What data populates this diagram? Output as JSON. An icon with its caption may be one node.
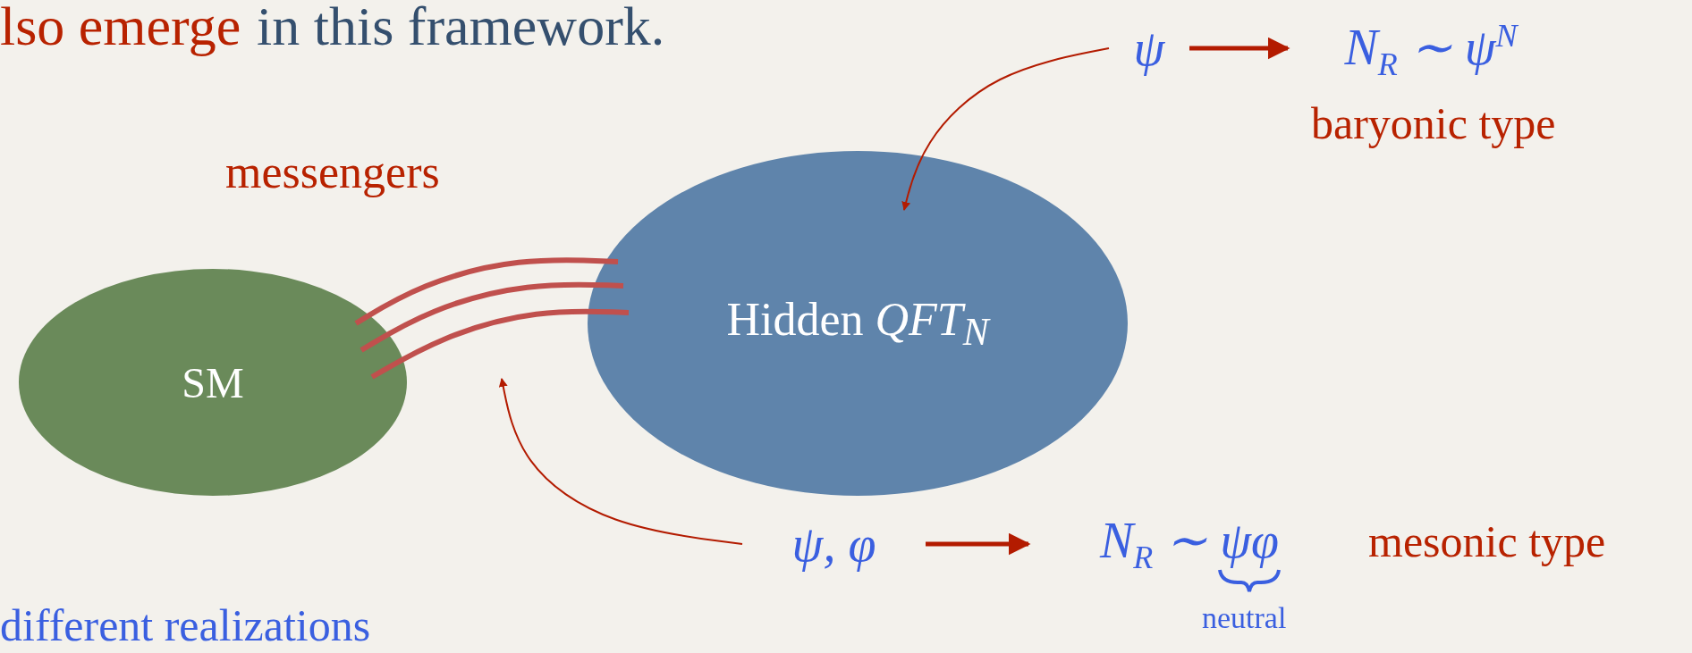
{
  "diagram": {
    "nodes": [
      {
        "text": [
          "SM"
        ]
      },
      {
        "text": [
          "Hidden *QFT*$_{N}$"
        ]
      },
      {
        "text": [
          "ψ"
        ]
      },
      {
        "text": [
          "ψ, φ"
        ]
      },
      {
        "text": [
          "N$_{R}$ ∼ ψ$^{N}$"
        ],
        "beside": [
          "baryonic type"
        ]
      },
      {
        "text": [
          "N$_{R}$ ∼ ψφ"
        ],
        "beside": [
          "mesonic type"
        ]
      }
    ],
    "edges": [
      {
        "from": 0,
        "to": 1,
        "arrow": "none",
        "color": "#c0504d"
      },
      {
        "from": 0,
        "to": 1,
        "arrow": "none",
        "color": "#c0504d"
      },
      {
        "from": 0,
        "to": 1,
        "arrow": "none",
        "color": "#c0504d"
      },
      {
        "from": 2,
        "to": 1,
        "arrow": "to"
      },
      {
        "from": 2,
        "to": 4,
        "arrow": "to"
      },
      {
        "from": 3,
        "to": null,
        "arrow": "to"
      },
      {
        "from": 3,
        "to": 5,
        "arrow": "to"
      }
    ],
    "labels": [
      "lso emerge",
      "in this framework.",
      "messengers",
      "neutral",
      "different realizations"
    ]
  }
}
